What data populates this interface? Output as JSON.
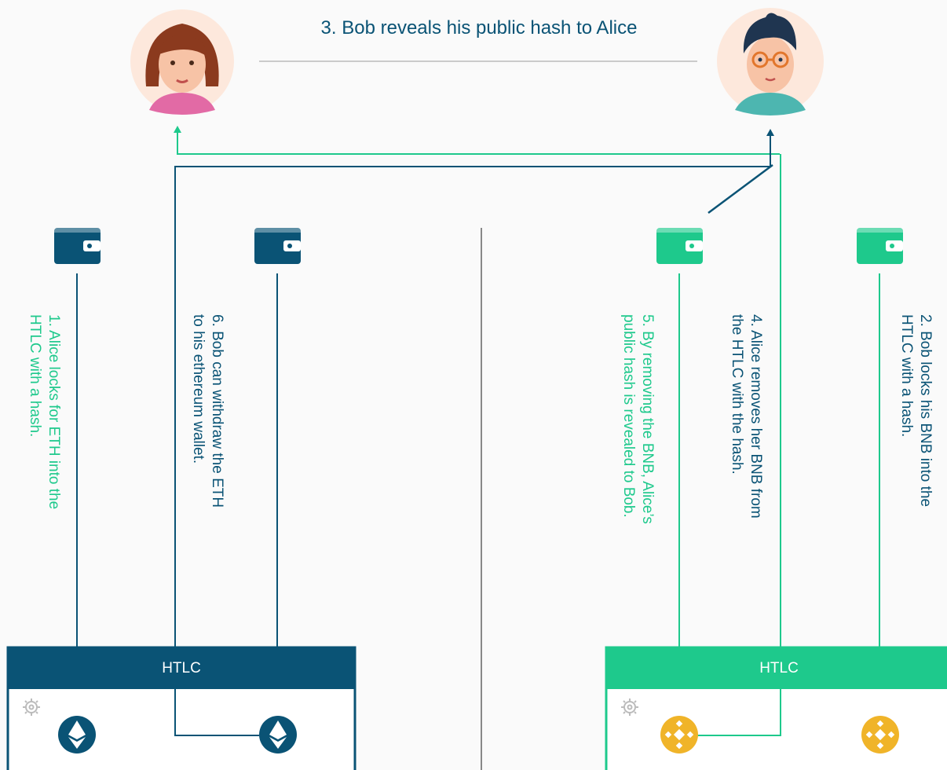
{
  "title": "3. Bob reveals his public hash to Alice",
  "colors": {
    "navy": "#0a5375",
    "green": "#1ec98c",
    "gold": "#f0b429",
    "grey": "#888888"
  },
  "steps": {
    "s1": [
      "1. Alice locks for ETH into the",
      "HTLC with a hash."
    ],
    "s2": [
      "2. Bob locks his BNB into the",
      "HTLC with a hash."
    ],
    "s4": [
      "4. Alice removes her BNB from",
      "the HTLC with the hash."
    ],
    "s5": [
      "5. By removing the BNB, Alice’s",
      "public hash is revealed to Bob."
    ],
    "s6": [
      "6. Bob can withdraw the ETH",
      "to his ethereum wallet."
    ]
  },
  "htlc_left": {
    "label": "HTLC",
    "coin": "ethereum-icon"
  },
  "htlc_right": {
    "label": "HTLC",
    "coin": "binance-coin-icon"
  },
  "people": {
    "alice": "alice-avatar",
    "bob": "bob-avatar"
  }
}
